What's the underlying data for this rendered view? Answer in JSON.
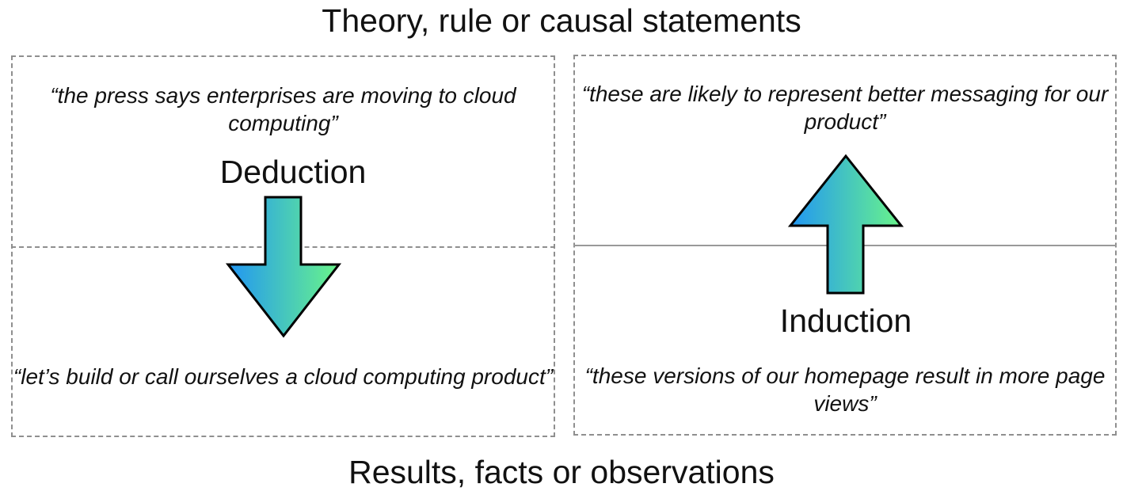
{
  "header": {
    "title": "Theory, rule or causal statements"
  },
  "footer": {
    "title": "Results, facts or observations"
  },
  "deduction": {
    "top_quote": "“the press says enterprises are moving to cloud computing”",
    "label": "Deduction",
    "bottom_quote": "“let’s build or call ourselves a cloud computing product”",
    "arrow_direction": "down"
  },
  "induction": {
    "top_quote": "“these are likely to represent better messaging for our product”",
    "label": "Induction",
    "bottom_quote": "“these versions of our homepage result in more page views”",
    "arrow_direction": "up"
  },
  "colors": {
    "dashed_border": "#8f8f8f",
    "arrow_gradient_start": "#2196f3",
    "arrow_gradient_end": "#69f48a",
    "arrow_outline": "#000000"
  },
  "icons": {
    "deduction_arrow": "arrow-down-icon",
    "induction_arrow": "arrow-up-icon"
  }
}
